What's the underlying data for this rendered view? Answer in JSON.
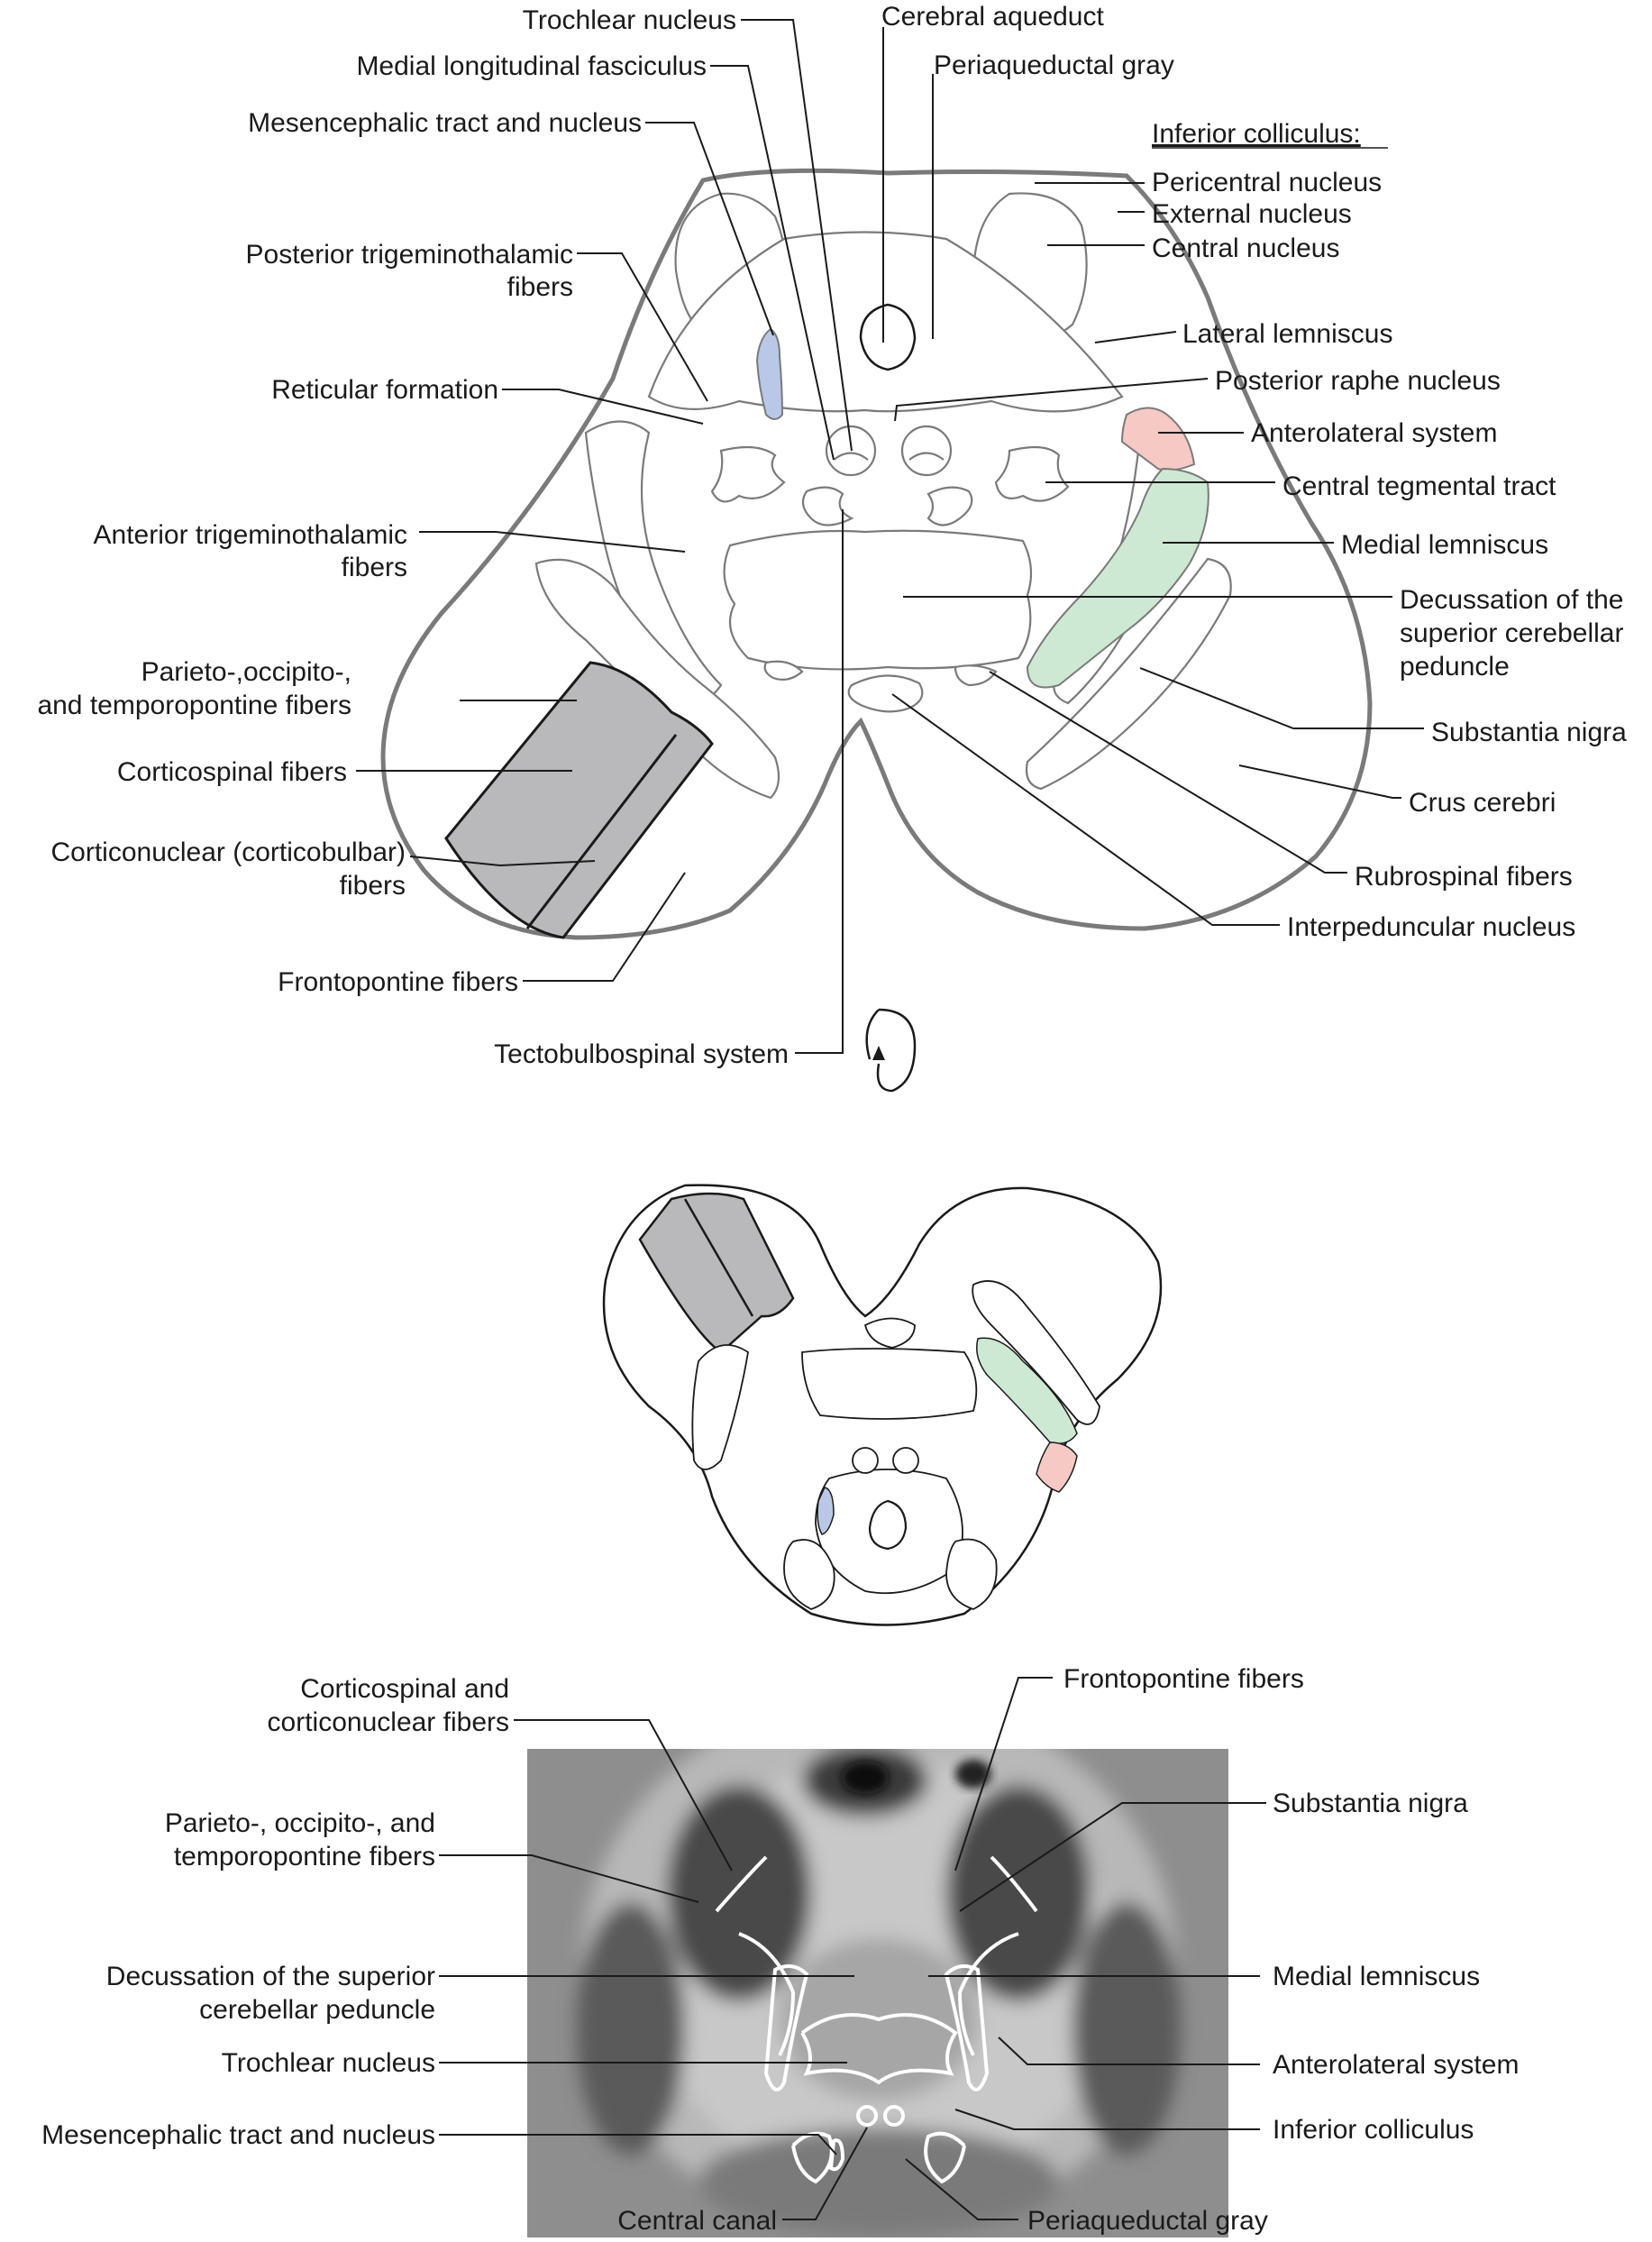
{
  "upper_diagram": {
    "labels": {
      "trochlear_nucleus": "Trochlear nucleus",
      "cerebral_aqueduct": "Cerebral aqueduct",
      "medial_longitudinal_fasciculus": "Medial longitudinal fasciculus",
      "periaqueductal_gray": "Periaqueductal gray",
      "mesencephalic_tract": "Mesencephalic tract and nucleus",
      "inferior_colliculus_heading": "Inferior colliculus:",
      "pericentral_nucleus": "Pericentral nucleus",
      "external_nucleus": "External nucleus",
      "central_nucleus": "Central nucleus",
      "posterior_trigeminothalamic_1": "Posterior trigeminothalamic",
      "posterior_trigeminothalamic_2": "fibers",
      "lateral_lemniscus": "Lateral lemniscus",
      "reticular_formation": "Reticular formation",
      "posterior_raphe_nucleus": "Posterior raphe nucleus",
      "anterolateral_system": "Anterolateral system",
      "central_tegmental_tract": "Central tegmental tract",
      "anterior_trigeminothalamic_1": "Anterior trigeminothalamic",
      "anterior_trigeminothalamic_2": "fibers",
      "medial_lemniscus": "Medial lemniscus",
      "decussation_1": "Decussation of the",
      "decussation_2": "superior cerebellar",
      "decussation_3": "peduncle",
      "parieto_1": "Parieto-,occipito-,",
      "parieto_2": "and temporopontine fibers",
      "substantia_nigra": "Substantia nigra",
      "corticospinal_fibers": "Corticospinal fibers",
      "crus_cerebri": "Crus cerebri",
      "corticonuclear_1": "Corticonuclear (corticobulbar)",
      "corticonuclear_2": "fibers",
      "rubrospinal_fibers": "Rubrospinal fibers",
      "interpeduncular_nucleus": "Interpeduncular nucleus",
      "frontopontine_fibers": "Frontopontine fibers",
      "tectobulbospinal_system": "Tectobulbospinal system"
    }
  },
  "mri_panel": {
    "labels": {
      "corticospinal_corticonuclear_1": "Corticospinal and",
      "corticospinal_corticonuclear_2": "corticonuclear fibers",
      "frontopontine_fibers": "Frontopontine fibers",
      "parieto_1": "Parieto-, occipito-, and",
      "parieto_2": "temporopontine fibers",
      "substantia_nigra": "Substantia nigra",
      "decussation_1": "Decussation of the superior",
      "decussation_2": "cerebellar peduncle",
      "medial_lemniscus": "Medial lemniscus",
      "trochlear_nucleus": "Trochlear nucleus",
      "anterolateral_system": "Anterolateral system",
      "mesencephalic_tract": "Mesencephalic tract and nucleus",
      "inferior_colliculus": "Inferior colliculus",
      "central_canal": "Central canal",
      "periaqueductal_gray": "Periaqueductal gray"
    }
  },
  "colors": {
    "mesencephalic_tract_fill": "#b8c8e6",
    "anterolateral_system_fill": "#f6c9c4",
    "medial_lemniscus_fill": "#cde9d4",
    "corticospinal_fill": "#b9b9bb",
    "outline": "#7a7a7a"
  }
}
